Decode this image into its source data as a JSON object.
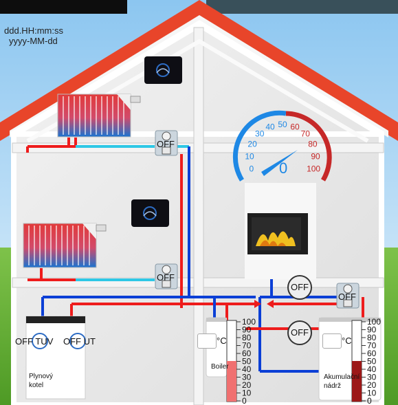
{
  "datetime": {
    "time_format": "ddd.HH:mm:ss",
    "date_format": "yyyy-MM-dd"
  },
  "gauge": {
    "ticks": [
      "0",
      "10",
      "20",
      "30",
      "40",
      "50",
      "60",
      "70",
      "80",
      "90",
      "100"
    ],
    "value": 0,
    "value_label": "0",
    "cold_color": "#1e88e5",
    "hot_color": "#c62828"
  },
  "valves": {
    "upper_floor": "OFF",
    "lower_floor": "OFF",
    "tank": "OFF"
  },
  "pumps": {
    "circulation": "OFF",
    "tank": "OFF"
  },
  "boiler": {
    "name_line1": "Plynový",
    "name_line2": "kotel",
    "tuv_status": "OFF TUV",
    "ut_status": "OFF UT"
  },
  "water_heater": {
    "name": "Boiler",
    "unit": "°C",
    "thermometer_level": 0.5
  },
  "accumulator": {
    "name_line1": "Akumulační",
    "name_line2": "nádrž",
    "unit": "°C",
    "thermometer_level": 0.5
  },
  "thermometer_scale": [
    "100",
    "90",
    "80",
    "70",
    "60",
    "50",
    "40",
    "30",
    "20",
    "10",
    "0"
  ],
  "colors": {
    "hot_pipe": "#ee1c1c",
    "cold_pipe": "#0b3fd6",
    "return_pipe": "#2ec8e6",
    "roof": "#e8452a"
  }
}
